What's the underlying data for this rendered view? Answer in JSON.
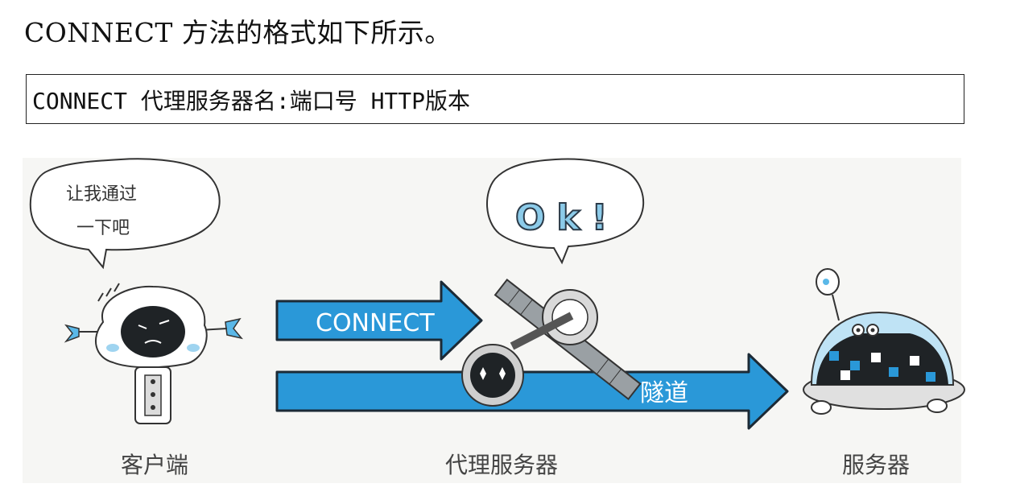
{
  "intro_text": "CONNECT 方法的格式如下所示。",
  "format_line": "CONNECT 代理服务器名:端口号 HTTP版本",
  "diagram": {
    "client_bubble_line1": "让我通过",
    "client_bubble_line2": "一下吧",
    "proxy_bubble": "Ok!",
    "connect_arrow_label": "CONNECT",
    "tunnel_arrow_label": "隧道",
    "client_label": "客户端",
    "proxy_label": "代理服务器",
    "server_label": "服务器"
  },
  "colors": {
    "arrow_blue": "#2a98d8",
    "arrow_outline": "#1c2a36",
    "robot_accent": "#5ab8e8"
  }
}
